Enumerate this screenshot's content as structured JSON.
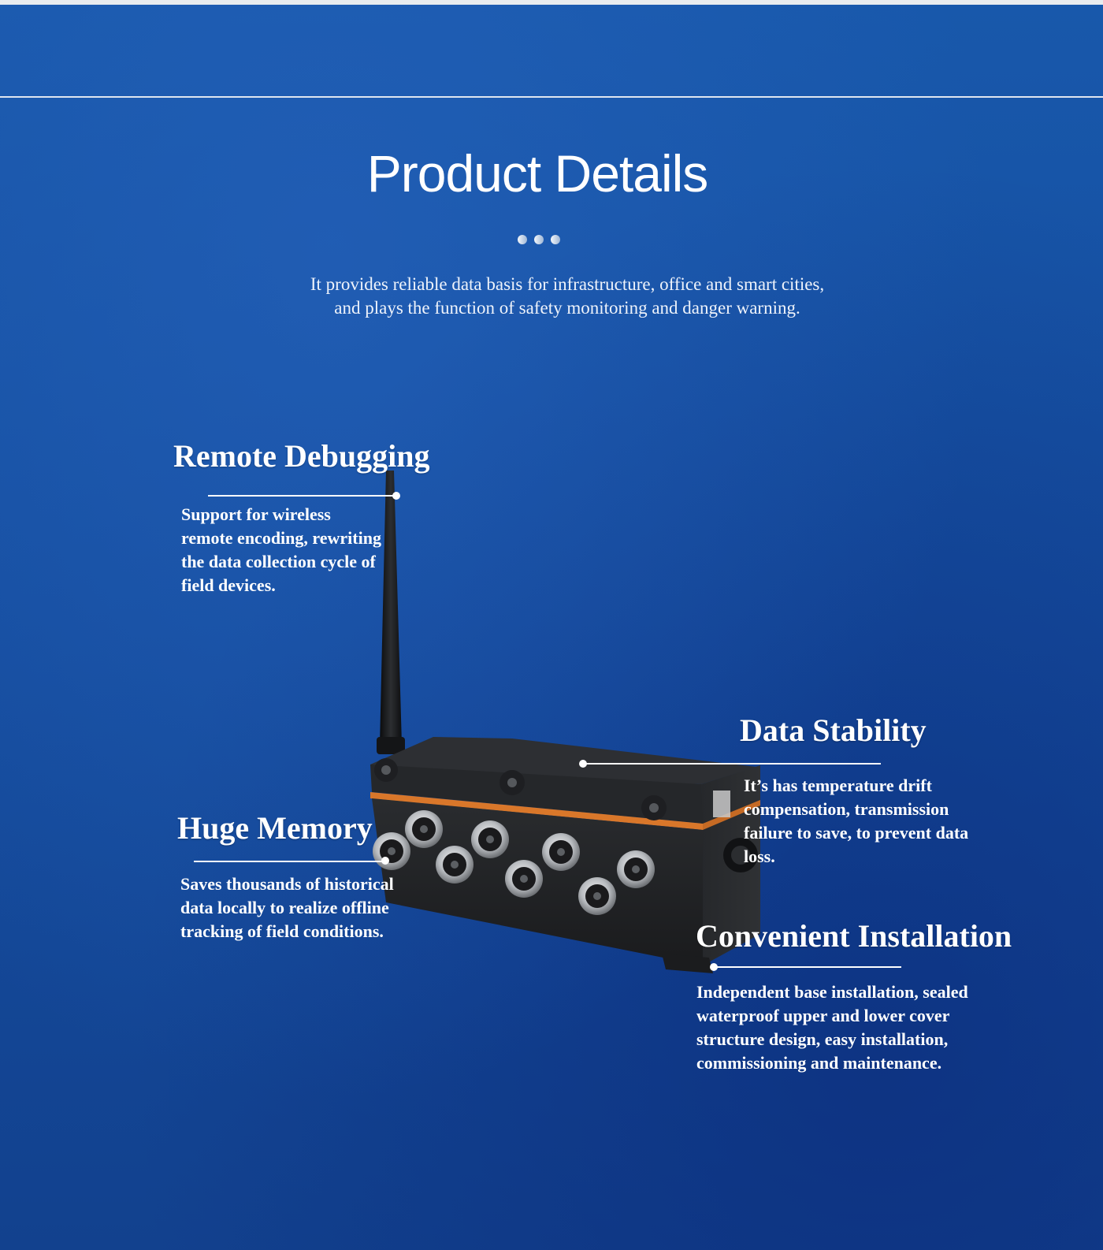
{
  "header": {
    "title": "Product Details",
    "intro_line1": "It provides reliable data basis for infrastructure, office and smart cities,",
    "intro_line2": "and plays the function of safety monitoring and danger warning."
  },
  "features": {
    "remote_debugging": {
      "title": "Remote Debugging",
      "lines": [
        "Support for wireless",
        "remote encoding, rewriting",
        "the data collection cycle of",
        "field devices."
      ]
    },
    "data_stability": {
      "title": "Data Stability",
      "lines": [
        " It’s has temperature drift",
        "compensation, transmission",
        "failure to save, to prevent data",
        "loss."
      ]
    },
    "huge_memory": {
      "title": "Huge Memory",
      "lines": [
        "Saves thousands of historical",
        "data locally to realize offline",
        "tracking of field conditions."
      ]
    },
    "convenient_installation": {
      "title": "Convenient Installation",
      "lines": [
        "Independent base installation, sealed",
        "waterproof upper and lower cover",
        "structure design, easy installation,",
        "commissioning and maintenance."
      ]
    }
  },
  "image": {
    "device": "black rugged wireless data logger enclosure with antenna, orange gasket and eight round M12 connectors"
  },
  "colors": {
    "background": "#1858ab",
    "text": "#ffffff",
    "gasket": "#d9772a",
    "enclosure": "#232527"
  }
}
